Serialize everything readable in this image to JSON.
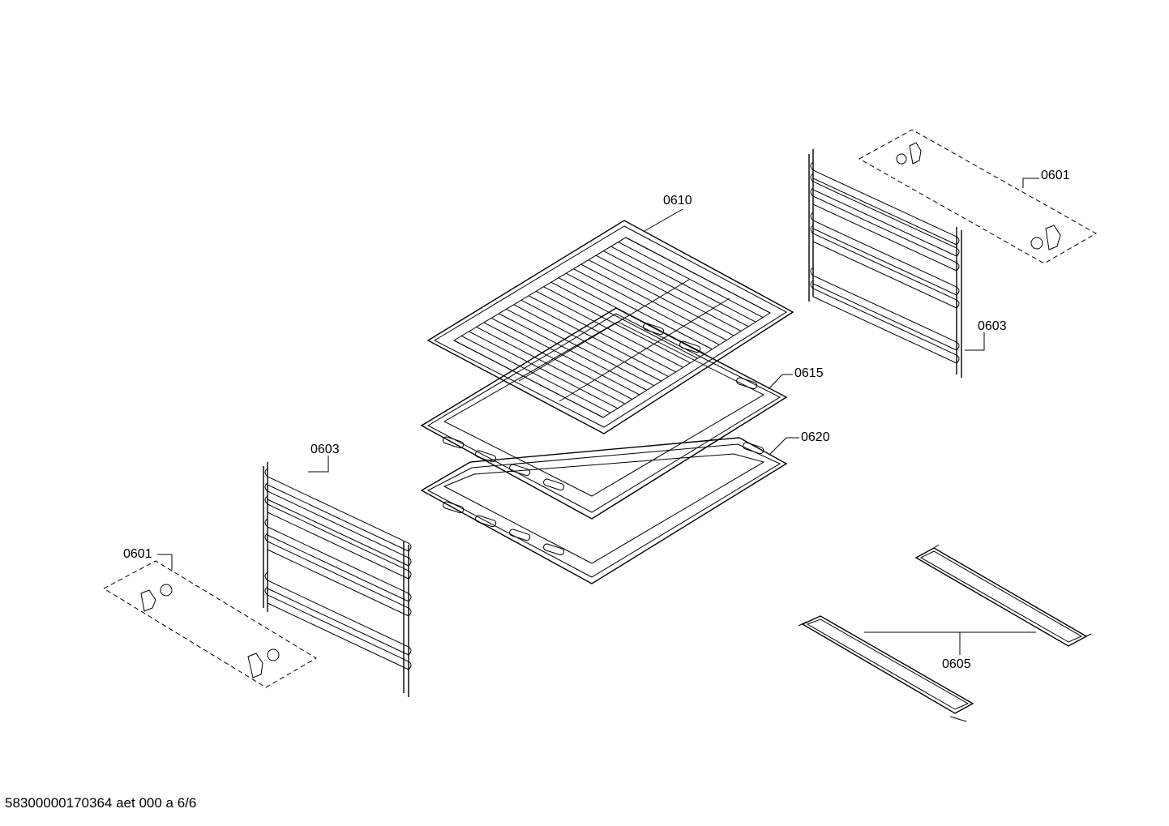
{
  "callouts": {
    "rack": "0610",
    "tray_upper": "0615",
    "tray_lower": "0620",
    "rail_right": "0603",
    "rail_left": "0603",
    "clips_right": "0601",
    "clips_left": "0601",
    "telescopic": "0605"
  },
  "footer": "58300000170364 aet 000 a 6/6"
}
